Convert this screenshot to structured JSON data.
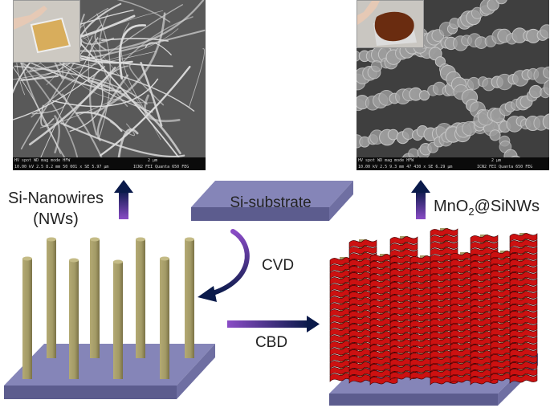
{
  "labels": {
    "si_nanowires": "Si-Nanowires",
    "nws": "(NWs)",
    "si_substrate": "Si-substrate",
    "cvd": "CVD",
    "cbd": "CBD",
    "mno2_prefix": "MnO",
    "mno2_sub": "2",
    "mno2_suffix": "@SiNWs"
  },
  "sem_left": {
    "bar_line1": "HV      spot   WD      mag       mode   HFW",
    "bar_line2": "10.00 kV  2.5   8.2 mm  50 001 x   SE    5.97 μm",
    "scale": "2 μm",
    "instrument": "ICN2 FEI Quanta 650 FEG"
  },
  "sem_right": {
    "bar_line1": "HV      spot   WD      mag       mode   HFW",
    "bar_line2": "10.00 kV  2.5   9.3 mm  47 430 x   SE    6.29 μm",
    "scale": "2 μm",
    "instrument": "ICN2 FEI Quanta 650 FEG"
  },
  "colors": {
    "substrate_top": "#8585b8",
    "substrate_side": "#5c5c8e",
    "nanowire": "#a39a66",
    "nanowire_shade": "#7a7246",
    "mno2": "#cc1111",
    "arrow_dark": "#0a1a4a",
    "arrow_light": "#8a4cc6"
  }
}
